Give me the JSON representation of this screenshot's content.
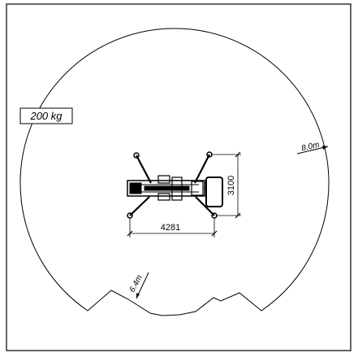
{
  "diagram": {
    "load_label": "200 kg",
    "outer_radius_label": "8.0m",
    "inner_radius_label": "6.4m",
    "width_dimension": "4281",
    "height_dimension": "3100"
  },
  "colors": {
    "line": "#000000",
    "background": "#ffffff"
  }
}
